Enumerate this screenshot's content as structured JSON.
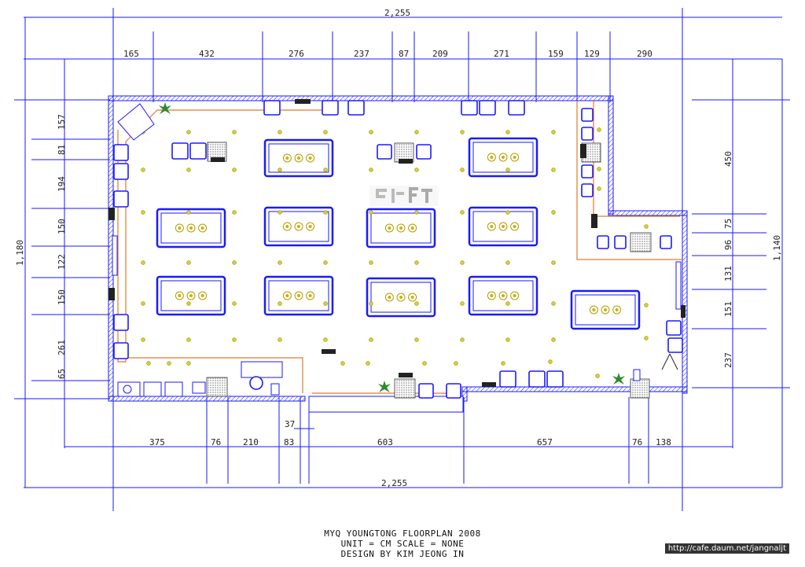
{
  "dimensions": {
    "top_overall": "2,255",
    "top_segments": [
      "165",
      "432",
      "276",
      "237",
      "87",
      "209",
      "271",
      "159",
      "129",
      "290"
    ],
    "bottom_segments": [
      "375",
      "76",
      "210",
      "83",
      "603",
      "657",
      "76",
      "138"
    ],
    "bottom_overall": "2,255",
    "left_overall": "1,180",
    "left_segments": [
      "157",
      "81",
      "194",
      "150",
      "122",
      "150",
      "261",
      "65"
    ],
    "right_overall": "1,140",
    "right_segments": [
      "450",
      "75",
      "96",
      "131",
      "151",
      "237"
    ],
    "entrance_depth": "37"
  },
  "title_block": {
    "line1": "MYQ YOUNGTONG FLOORPLAN 2008",
    "line2": "UNIT = CM SCALE = NONE",
    "line3": "DESIGN BY KIM JEONG IN"
  },
  "watermark_url": "http://cafe.daum.net/jangnaljt",
  "colors": {
    "dimension_line": "#1a1aff",
    "wall": "#1a1aff",
    "trim": "#e07a2a",
    "light_fixture": "#d6cf3a",
    "plant": "#2e8b2e"
  },
  "icons": [
    "plant-icon",
    "billiard-table-icon",
    "chair-icon",
    "light-fixture-icon",
    "desk-icon",
    "sink-icon"
  ]
}
